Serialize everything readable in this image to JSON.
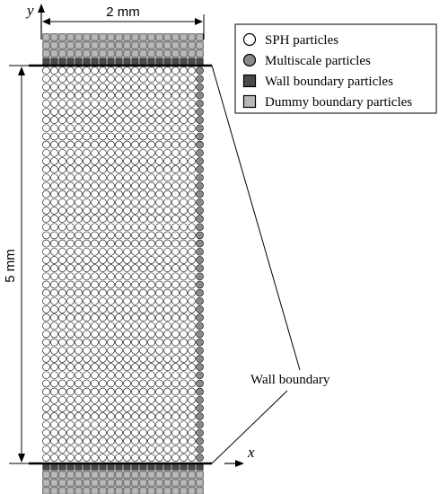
{
  "dimensions": {
    "width_label": "2 mm",
    "height_label": "5 mm"
  },
  "axes": {
    "x_label": "x",
    "y_label": "y"
  },
  "legend": {
    "items": [
      {
        "label": "SPH particles",
        "marker": "circle",
        "fill": "#ffffff"
      },
      {
        "label": "Multiscale particles",
        "marker": "circle",
        "fill": "#8a8a8a"
      },
      {
        "label": "Wall boundary particles",
        "marker": "square",
        "fill": "#4a4a4a"
      },
      {
        "label": "Dummy boundary particles",
        "marker": "square",
        "fill": "#b8b8b8"
      }
    ]
  },
  "annotations": {
    "wall_boundary": "Wall boundary"
  },
  "particle_grid": {
    "columns": 20,
    "fluid_rows": 48,
    "boundary_rows_each_side": 4
  },
  "colors": {
    "sph_fill": "#ffffff",
    "multiscale_fill": "#8a8a8a",
    "wall_fill": "#4a4a4a",
    "dummy_fill": "#b8b8b8",
    "stroke": "#000000"
  }
}
